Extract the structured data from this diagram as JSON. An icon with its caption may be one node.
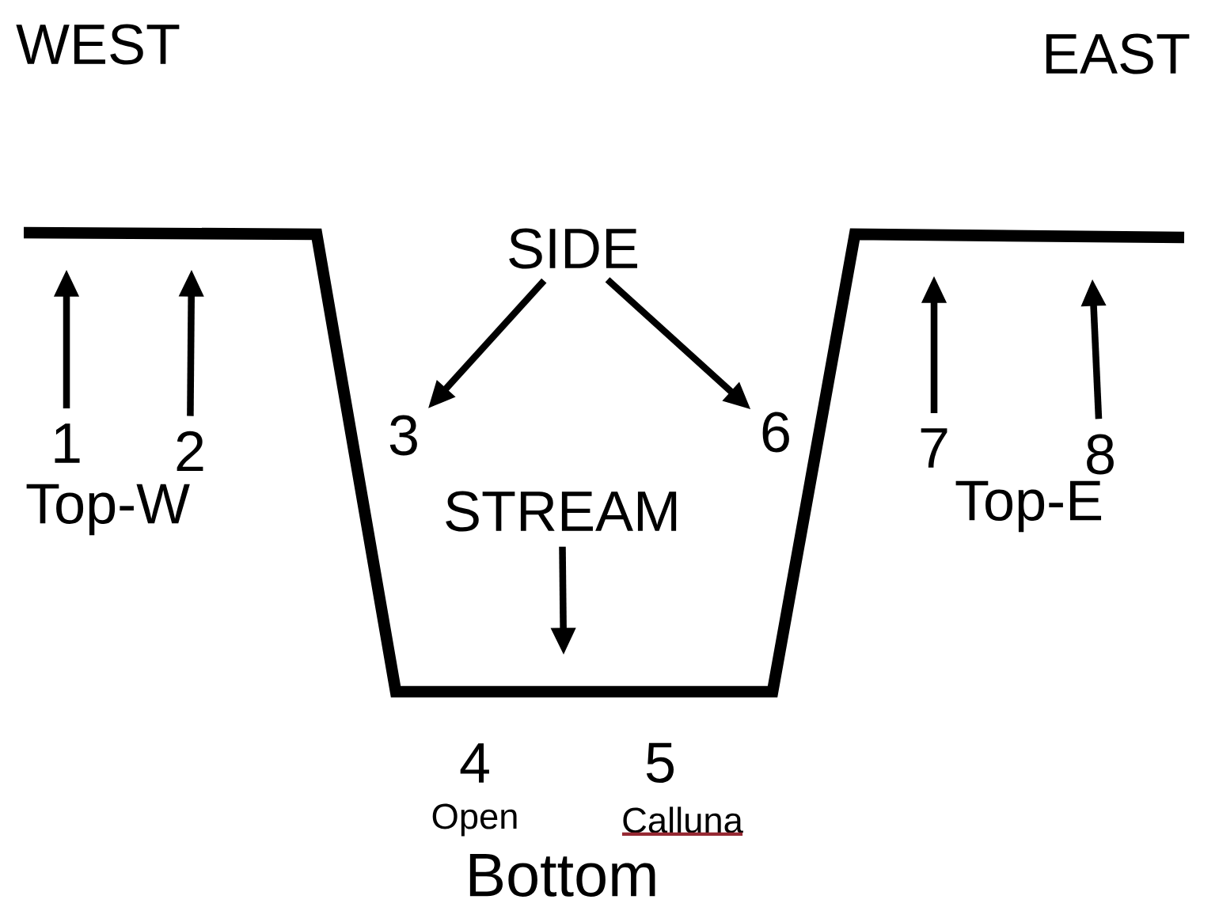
{
  "diagram": {
    "nodes": [
      {
        "text": [
          "SIDE"
        ]
      },
      {
        "text": [
          "3"
        ]
      },
      {
        "text": [
          "6"
        ]
      },
      {
        "text": [
          "STREAM"
        ]
      },
      {
        "text": [
          "1"
        ]
      },
      {
        "text": [
          "2"
        ]
      },
      {
        "text": [
          "7"
        ]
      },
      {
        "text": [
          "8"
        ]
      }
    ],
    "edges": [
      {
        "from": 0,
        "to": 1,
        "arrow": "to"
      },
      {
        "from": 0,
        "to": 2,
        "arrow": "to"
      },
      {
        "from": 3,
        "to": null,
        "arrow": "to"
      },
      {
        "from": 4,
        "to": null,
        "arrow": "to"
      },
      {
        "from": 5,
        "to": null,
        "arrow": "to"
      },
      {
        "from": 6,
        "to": null,
        "arrow": "to"
      },
      {
        "from": 7,
        "to": null,
        "arrow": "to"
      }
    ],
    "labels": [
      "WEST",
      "EAST",
      "Top-W",
      "Top-E",
      "4",
      "Open",
      "5",
      "Calluna",
      "Bottom"
    ]
  }
}
